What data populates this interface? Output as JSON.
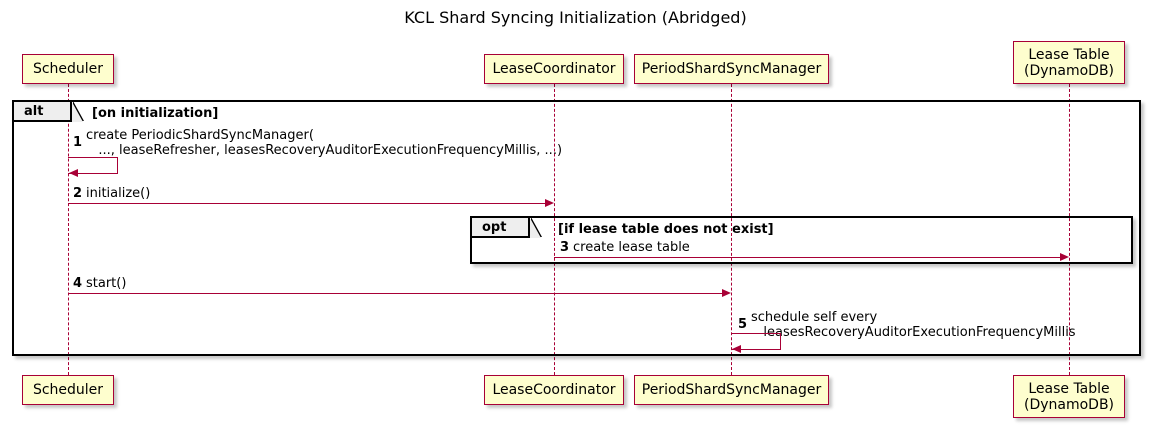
{
  "title": "KCL Shard Syncing Initialization (Abridged)",
  "participants": [
    {
      "id": "scheduler",
      "name": "Scheduler",
      "line2": ""
    },
    {
      "id": "lease_coord",
      "name": "LeaseCoordinator",
      "line2": ""
    },
    {
      "id": "psm",
      "name": "PeriodShardSyncManager",
      "line2": ""
    },
    {
      "id": "lease_table",
      "name": "Lease Table",
      "line2": "(DynamoDB)"
    }
  ],
  "frames": [
    {
      "id": "alt",
      "keyword": "alt",
      "condition": "[on initialization]"
    },
    {
      "id": "opt",
      "keyword": "opt",
      "condition": "[if lease table does not exist]"
    }
  ],
  "messages": [
    {
      "num": "1",
      "from": "scheduler",
      "to": "scheduler",
      "kind": "self",
      "line1": "create PeriodicShardSyncManager(",
      "line2": "   ..., leaseRefresher, leasesRecoveryAuditorExecutionFrequencyMillis, ...)"
    },
    {
      "num": "2",
      "from": "scheduler",
      "to": "lease_coord",
      "kind": "sync",
      "line1": "initialize()",
      "line2": ""
    },
    {
      "num": "3",
      "from": "lease_coord",
      "to": "lease_table",
      "kind": "sync",
      "line1": "create lease table",
      "line2": ""
    },
    {
      "num": "4",
      "from": "scheduler",
      "to": "psm",
      "kind": "sync",
      "line1": "start()",
      "line2": ""
    },
    {
      "num": "5",
      "from": "psm",
      "to": "psm",
      "kind": "self",
      "line1": "schedule self every",
      "line2": "   leasesRecoveryAuditorExecutionFrequencyMillis"
    }
  ],
  "colors": {
    "participant_fill": "#FEFECE",
    "participant_border": "#A80036",
    "arrow": "#A80036",
    "frame_border": "#000000",
    "frame_tab_fill": "#EEEEEE",
    "background": "#FFFFFF",
    "text": "#000000"
  }
}
